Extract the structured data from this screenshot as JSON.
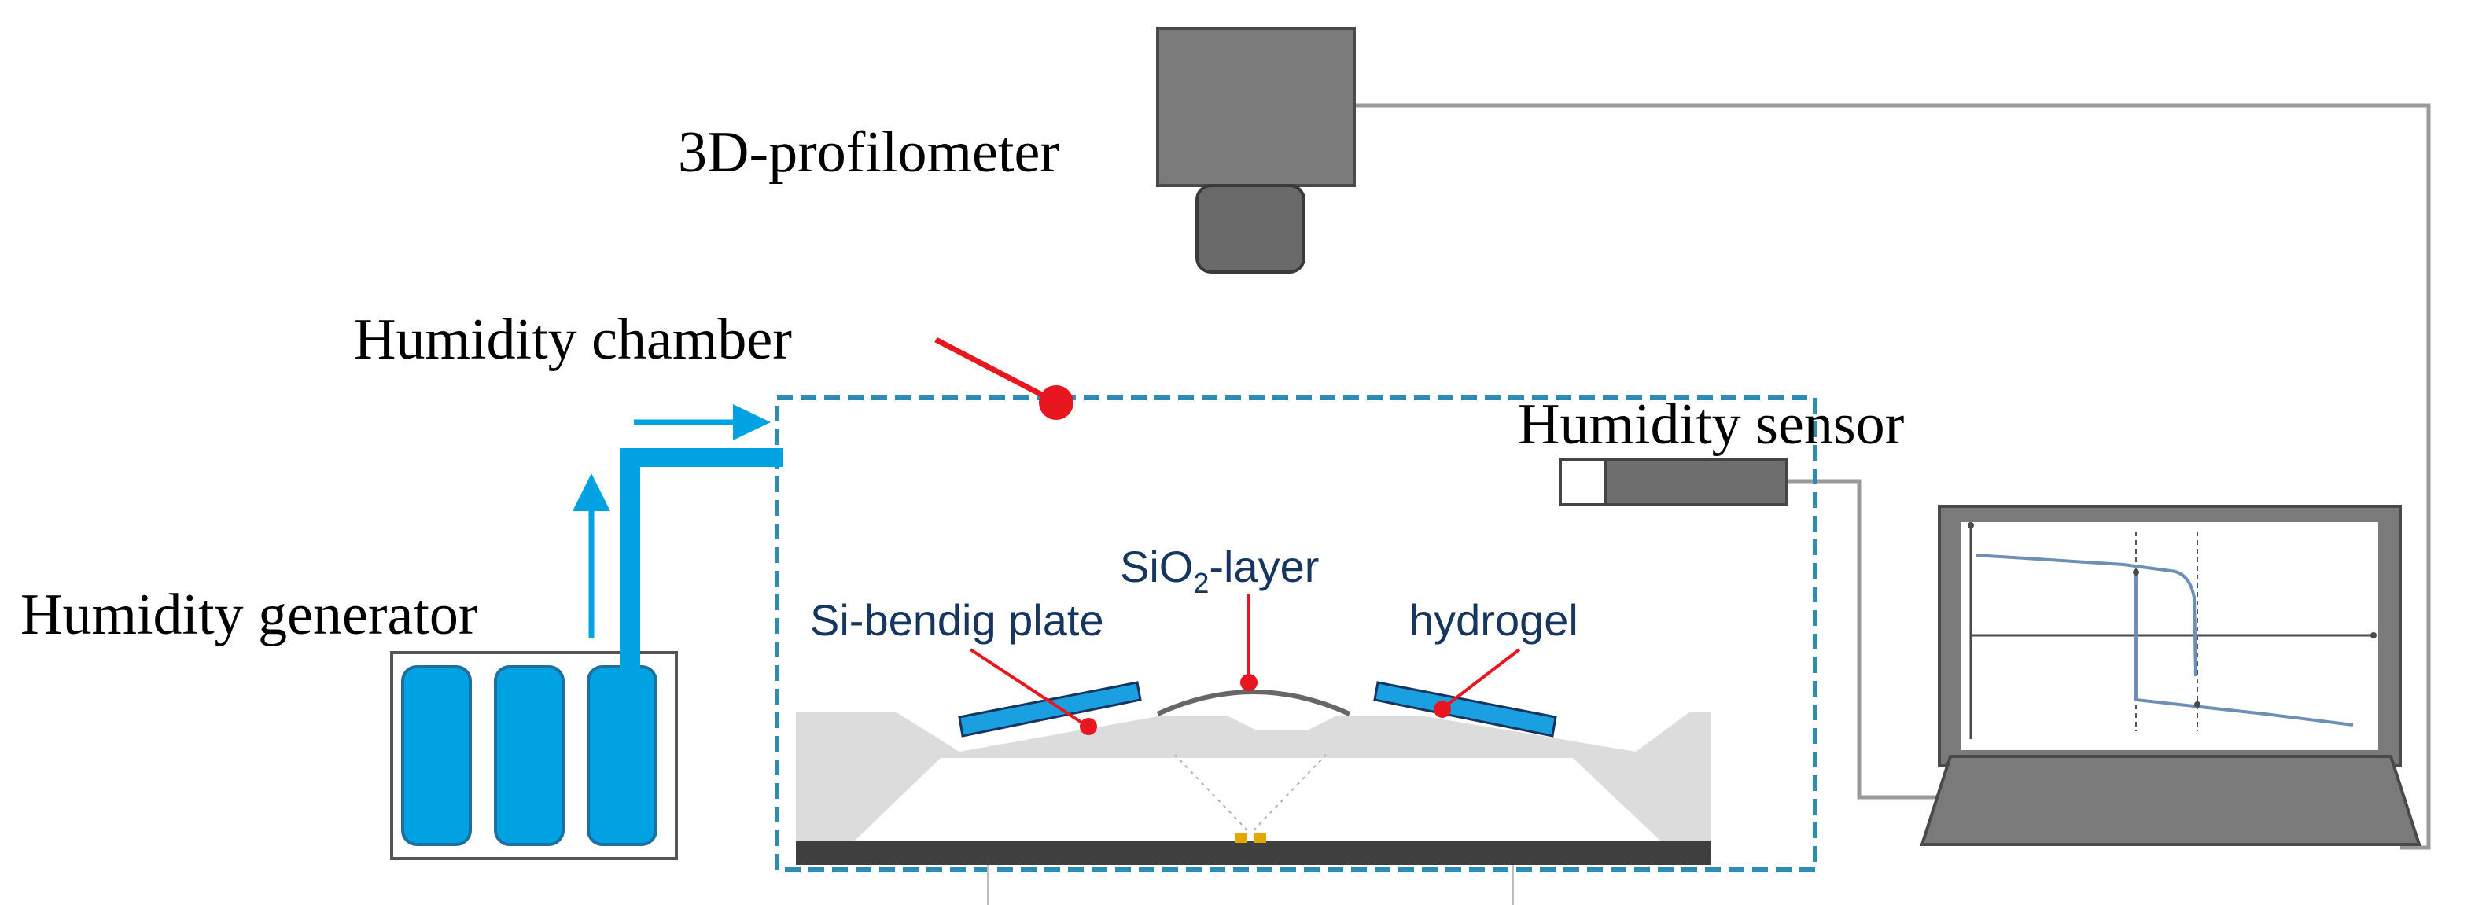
{
  "labels": {
    "profilometer": "3D-profilometer",
    "humidity_chamber": "Humidity chamber",
    "humidity_sensor": "Humidity sensor",
    "humidity_generator": "Humidity generator",
    "si_plate": "Si-bendig plate",
    "sio2_prefix": "SiO",
    "sio2_subscript": "2",
    "sio2_suffix": "-layer",
    "hydrogel": "hydrogel"
  },
  "colors": {
    "device_gray": "#7a7a7a",
    "device_dark": "#5e5e5e",
    "flow_blue": "#00a2e1",
    "chamber_border": "#2b8db4",
    "marker_red": "#e8161f",
    "substrate_gray": "#dcdcdc",
    "base_dark": "#3f3f3f",
    "gold": "#e0a800",
    "plot_line": "#6d8fb5"
  },
  "icons": {
    "profilometer": "profilometer-camera-icon",
    "laptop": "laptop-icon",
    "generator": "humidity-generator-icon",
    "sensor": "humidity-sensor-icon"
  }
}
